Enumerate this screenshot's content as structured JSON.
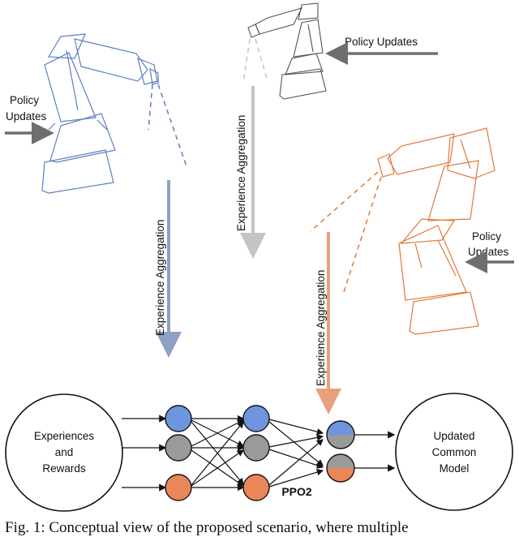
{
  "labels": {
    "policy_updates_line1": "Policy",
    "policy_updates_line2": "Updates",
    "policy_updates_single": "Policy Updates",
    "experience_aggregation": "Experience Aggregation",
    "left_node_line1": "Experiences",
    "left_node_line2": "and",
    "left_node_line3": "Rewards",
    "right_node_line1": "Updated",
    "right_node_line2": "Common",
    "right_node_line3": "Model",
    "network_name": "PPO2"
  },
  "caption": "Fig. 1: Conceptual view of the proposed scenario, where multiple",
  "colors": {
    "blue_robot": "#5a7fbf",
    "gray_robot": "#555555",
    "orange_robot": "#e07a3a",
    "blue_arrow": "#8da1c4",
    "gray_arrow": "#c4c4c4",
    "orange_arrow": "#e8a07a",
    "policy_arrow": "#6e6e6e",
    "node_blue": "#6f94e0",
    "node_gray": "#9a9a9a",
    "node_orange": "#e9875a"
  }
}
